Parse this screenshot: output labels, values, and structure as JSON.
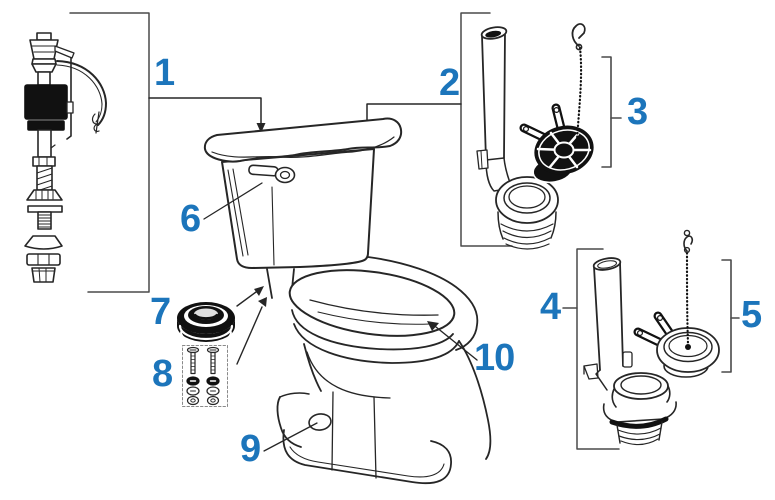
{
  "diagram": {
    "accent_color": "#1C75BB",
    "line_color": "#262626",
    "background_color": "#ffffff",
    "callouts": [
      {
        "label": "1",
        "part": "fill-valve"
      },
      {
        "label": "2",
        "part": "flush-valve-overflow-tube"
      },
      {
        "label": "3",
        "part": "flapper-with-chain"
      },
      {
        "label": "4",
        "part": "flush-valve-assembly"
      },
      {
        "label": "5",
        "part": "tank-ball-flapper-with-chain"
      },
      {
        "label": "6",
        "part": "trip-lever-handle"
      },
      {
        "label": "7",
        "part": "tank-to-bowl-gasket"
      },
      {
        "label": "8",
        "part": "tank-bolt-kit"
      },
      {
        "label": "9",
        "part": "bowl-base"
      },
      {
        "label": "10",
        "part": "toilet-seat"
      }
    ]
  }
}
